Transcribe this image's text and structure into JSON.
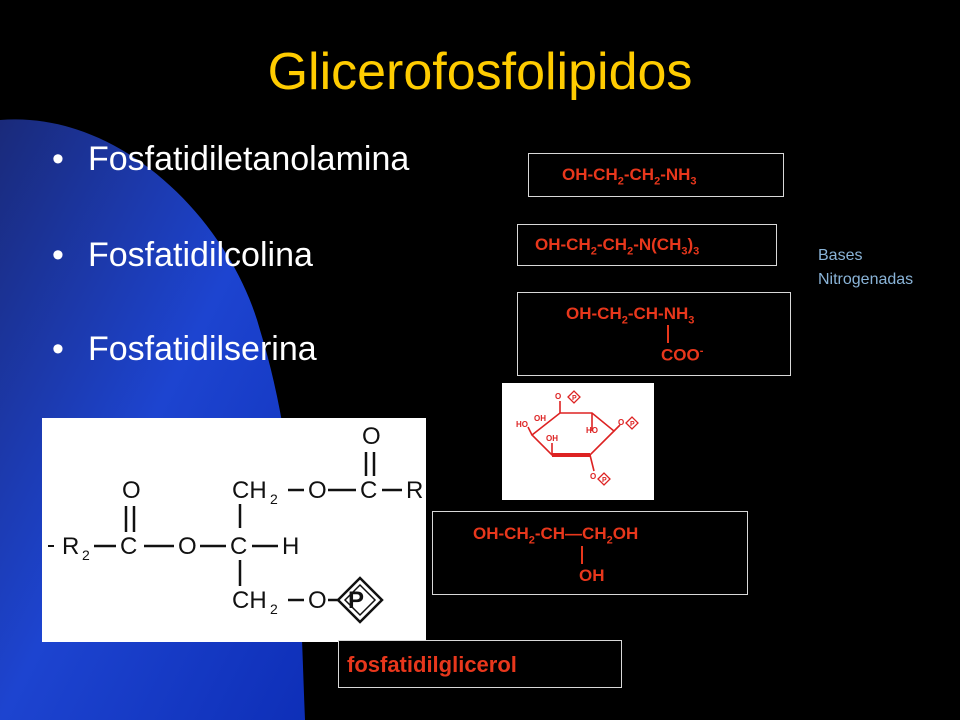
{
  "title": "Glicerofosfolipidos",
  "bullets": [
    {
      "label": "Fosfatidiletanolamina"
    },
    {
      "label": "Fosfatidilcolina"
    },
    {
      "label": "Fosfatidilserina"
    }
  ],
  "formulas": {
    "ethanolamine": {
      "part1": "OH-CH",
      "sub1": "2",
      "part2": "-CH",
      "sub2": "2",
      "part3": "-NH",
      "sub3": "3"
    },
    "choline": {
      "part1": "OH-CH",
      "sub1": "2",
      "part2": "-CH",
      "sub2": "2",
      "part3": "-N(CH",
      "sub3": "3",
      "part4": ")",
      "sub4": "3"
    },
    "serine": {
      "part1": "OH-CH",
      "sub1": "2",
      "part2": "-CH-NH",
      "sub2": "3",
      "line2": "COO",
      "sup2": "-"
    },
    "glycerol": {
      "part1": "OH-CH",
      "sub1": "2",
      "part2": "-CH—CH",
      "sub2": "2",
      "part3": "OH",
      "line2": "OH"
    }
  },
  "bases_label": {
    "line1": "Bases",
    "line2": "Nitrogenadas"
  },
  "inositol_labels": {
    "oh_a": "HO",
    "oh_b": "HO",
    "oh_c": "OH",
    "oh_d": "OH",
    "o1": "O",
    "o2": "O",
    "o3": "O",
    "p": "P"
  },
  "backbone": {
    "o_top": "O",
    "c_top": "C",
    "r_top": "R",
    "ch2_top": "CH",
    "ch2_top_sub": "2",
    "o_left": "O",
    "c_left": "C",
    "r2": "R",
    "r2_sub": "2",
    "o_mid": "O",
    "c_mid": "C",
    "h_mid": "H",
    "ch2_bot": "CH",
    "ch2_bot_sub": "2",
    "o_bot": "O",
    "p": "P",
    "o_link": "O"
  },
  "fosfatidilglicerol": "fosfatidilglicerol",
  "colors": {
    "title": "#ffcc00",
    "formula": "#e8371c",
    "bases": "#8ab4d8",
    "blue_bg": "#1a3fc0"
  }
}
